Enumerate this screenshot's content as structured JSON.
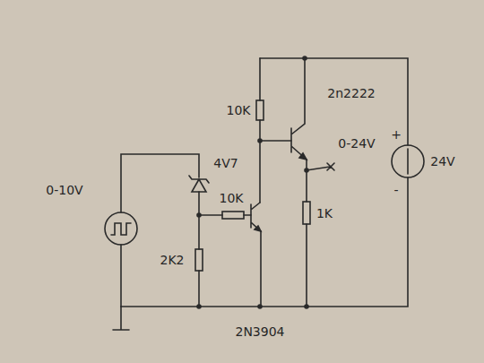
{
  "diagram": {
    "labels": [
      "0-10V",
      "4V7",
      "10K",
      "2K2",
      "10K",
      "2n2222",
      "0-24V",
      "1K",
      "+",
      "24V",
      "-",
      "2N3904"
    ]
  }
}
